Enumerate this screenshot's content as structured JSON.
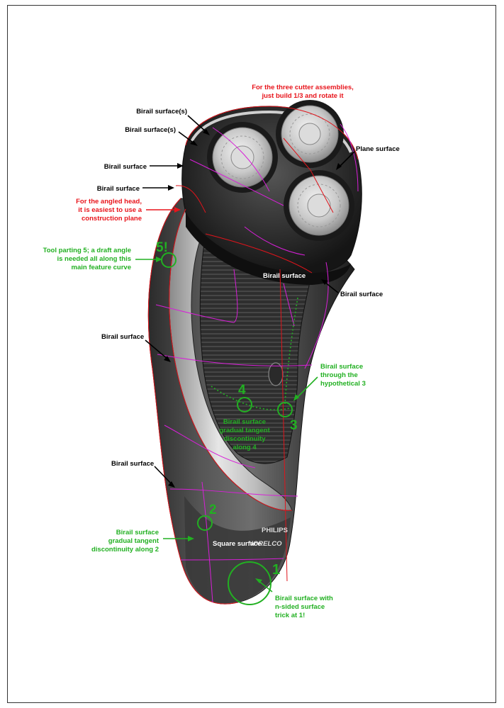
{
  "labels": {
    "cutters_note_1": "For the three cutter assemblies,",
    "cutters_note_2": "just build 1/3 and rotate it",
    "birail_surfaces_1": "Birail surface(s)",
    "birail_surfaces_2": "Birail surface(s)",
    "birail_left_1": "Birail surface",
    "birail_left_2": "Birail surface",
    "plane_surface": "Plane surface",
    "angled_head_1": "For the angled head,",
    "angled_head_2": "it is easiest to use a",
    "angled_head_3": "construction plane",
    "tool_parting_1": "Tool parting 5; a draft angle",
    "tool_parting_2": "is needed all along this",
    "tool_parting_3": "main feature curve",
    "birail_neck": "Birail surface",
    "birail_right_neck": "Birail surface",
    "birail_body_left": "Birail surface",
    "birail_hypo_1": "Birail surface",
    "birail_hypo_2": "through the",
    "birail_hypo_3": "hypothetical 3",
    "birail_gradual4_1": "Birail surface",
    "birail_gradual4_2": "gradual tangent",
    "birail_gradual4_3": "discontinuity",
    "birail_gradual4_4": "along 4",
    "birail_lower_left": "Birail surface",
    "birail_gradual2_1": "Birail surface",
    "birail_gradual2_2": "gradual tangent",
    "birail_gradual2_3": "discontinuity along 2",
    "square_surface": "Square surface",
    "birail_nsided_1": "Birail surface with",
    "birail_nsided_2": "n-sided surface",
    "birail_nsided_3": "trick at 1!",
    "brand_1": "PHILIPS",
    "brand_2": "NORELCO"
  },
  "markers": {
    "m1": "1",
    "m2": "2",
    "m3": "3",
    "m4": "4",
    "m5": "5!"
  },
  "colors": {
    "black_label": "#000000",
    "red_label": "#e8141b",
    "green_label": "#22b022",
    "magenta_curve": "#d81fd8",
    "red_curve": "#e0141b",
    "white_label": "#ffffff"
  }
}
